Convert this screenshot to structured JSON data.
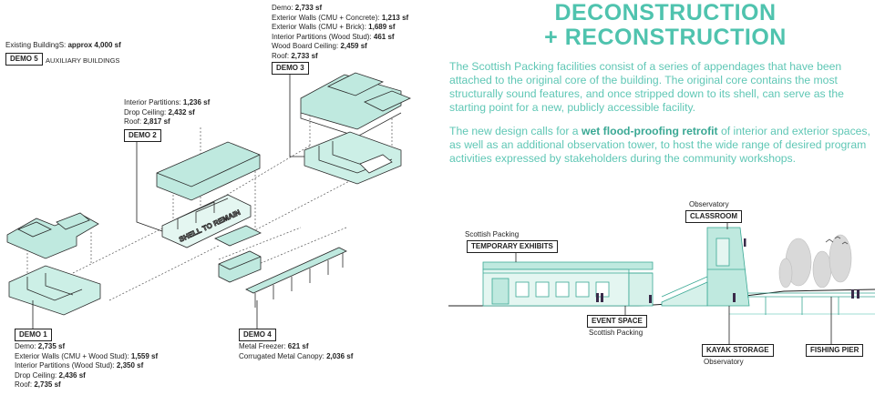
{
  "heading": {
    "line1": "DECONSTRUCTION",
    "line2": "+ RECONSTRUCTION"
  },
  "paragraphs": {
    "p1": "The Scottish Packing facilities consist of a series of appendages that have been attached to the original core of the building. The original core contains the most structurally sound features, and once stripped down to its shell, can serve as the starting point for a new, publicly accessible facility.",
    "p2_a": "The new design calls for a ",
    "p2_bold": "wet flood-proofing retrofit",
    "p2_b": " of interior and exterior spaces, as well as an additional observation tower, to host the wide range of desired program activities expressed by stakeholders during the community workshops."
  },
  "existing": {
    "label": "Existing BuildingS: ",
    "value": "approx 4,000 sf"
  },
  "demo5": {
    "tag": "DEMO 5",
    "caption": "AUXILIARY BUILDINGS"
  },
  "demo3": {
    "tag": "DEMO 3",
    "items": [
      {
        "label": "Demo: ",
        "value": "2,733 sf"
      },
      {
        "label": "Exterior Walls (CMU + Concrete): ",
        "value": "1,213 sf"
      },
      {
        "label": "Exterior Walls (CMU + Brick): ",
        "value": "1,689 sf"
      },
      {
        "label": "Interior Partitions (Wood Stud): ",
        "value": "461 sf"
      },
      {
        "label": "Wood Board Ceiling: ",
        "value": "2,459 sf"
      },
      {
        "label": "Roof: ",
        "value": "2,733 sf"
      }
    ]
  },
  "demo2": {
    "tag": "DEMO 2",
    "items": [
      {
        "label": "Interior Partitions: ",
        "value": "1,236 sf"
      },
      {
        "label": "Drop Ceiling: ",
        "value": "2,432 sf"
      },
      {
        "label": "Roof: ",
        "value": "2,817 sf"
      }
    ]
  },
  "demo1": {
    "tag": "DEMO 1",
    "items": [
      {
        "label": "Demo: ",
        "value": "2,735 sf"
      },
      {
        "label": "Exterior Walls (CMU + Wood Stud): ",
        "value": "1,559 sf"
      },
      {
        "label": "Interior Partitions (Wood Stud): ",
        "value": "2,350 sf"
      },
      {
        "label": "Drop Ceiling: ",
        "value": "2,436 sf"
      },
      {
        "label": "Roof: ",
        "value": "2,735 sf"
      }
    ]
  },
  "demo4": {
    "tag": "DEMO 4",
    "items": [
      {
        "label": "Metal Freezer: ",
        "value": "621 sf"
      },
      {
        "label": "Corrugated Metal Canopy: ",
        "value": "2,036 sf"
      }
    ]
  },
  "shell_label": "SHELL TO REMAIN",
  "section": {
    "temporary_exhibits": {
      "sub": "Scottish Packing",
      "tag": "TEMPORARY EXHIBITS"
    },
    "classroom": {
      "sub": "Observatory",
      "tag": "CLASSROOM"
    },
    "event_space": {
      "tag": "EVENT SPACE",
      "sub": "Scottish Packing"
    },
    "kayak_storage": {
      "tag": "KAYAK STORAGE",
      "sub": "Observatory"
    },
    "fishing_pier": {
      "tag": "FISHING PIER"
    }
  },
  "colors": {
    "accent": "#4fc3ae",
    "fill": "#bfe9df",
    "line": "#2a2a2a"
  }
}
